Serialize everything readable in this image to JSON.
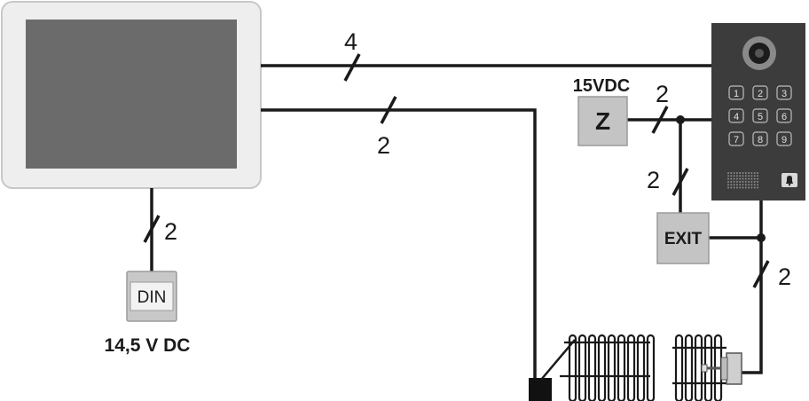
{
  "wiring": {
    "monitor_to_panel_wires": "4",
    "monitor_to_gate_wires": "2",
    "monitor_to_din_wires": "2",
    "psu_to_panel_wires": "2",
    "psu_to_exit_wires": "2",
    "exit_to_lock_wires": "2"
  },
  "devices": {
    "din_label": "DIN",
    "din_voltage": "14,5 V DC",
    "psu_label": "Z",
    "psu_voltage": "15VDC",
    "exit_label": "EXIT"
  },
  "keypad": {
    "keys": [
      "1",
      "2",
      "3",
      "4",
      "5",
      "6",
      "7",
      "8",
      "9"
    ],
    "bell_icon": "bell-icon"
  },
  "colors": {
    "wire": "#1a1a1a",
    "monitor_frame": "#eeeeee",
    "monitor_screen": "#6b6b6b",
    "panel_body": "#3c3c3c",
    "module_fill": "#c4c4c4"
  }
}
